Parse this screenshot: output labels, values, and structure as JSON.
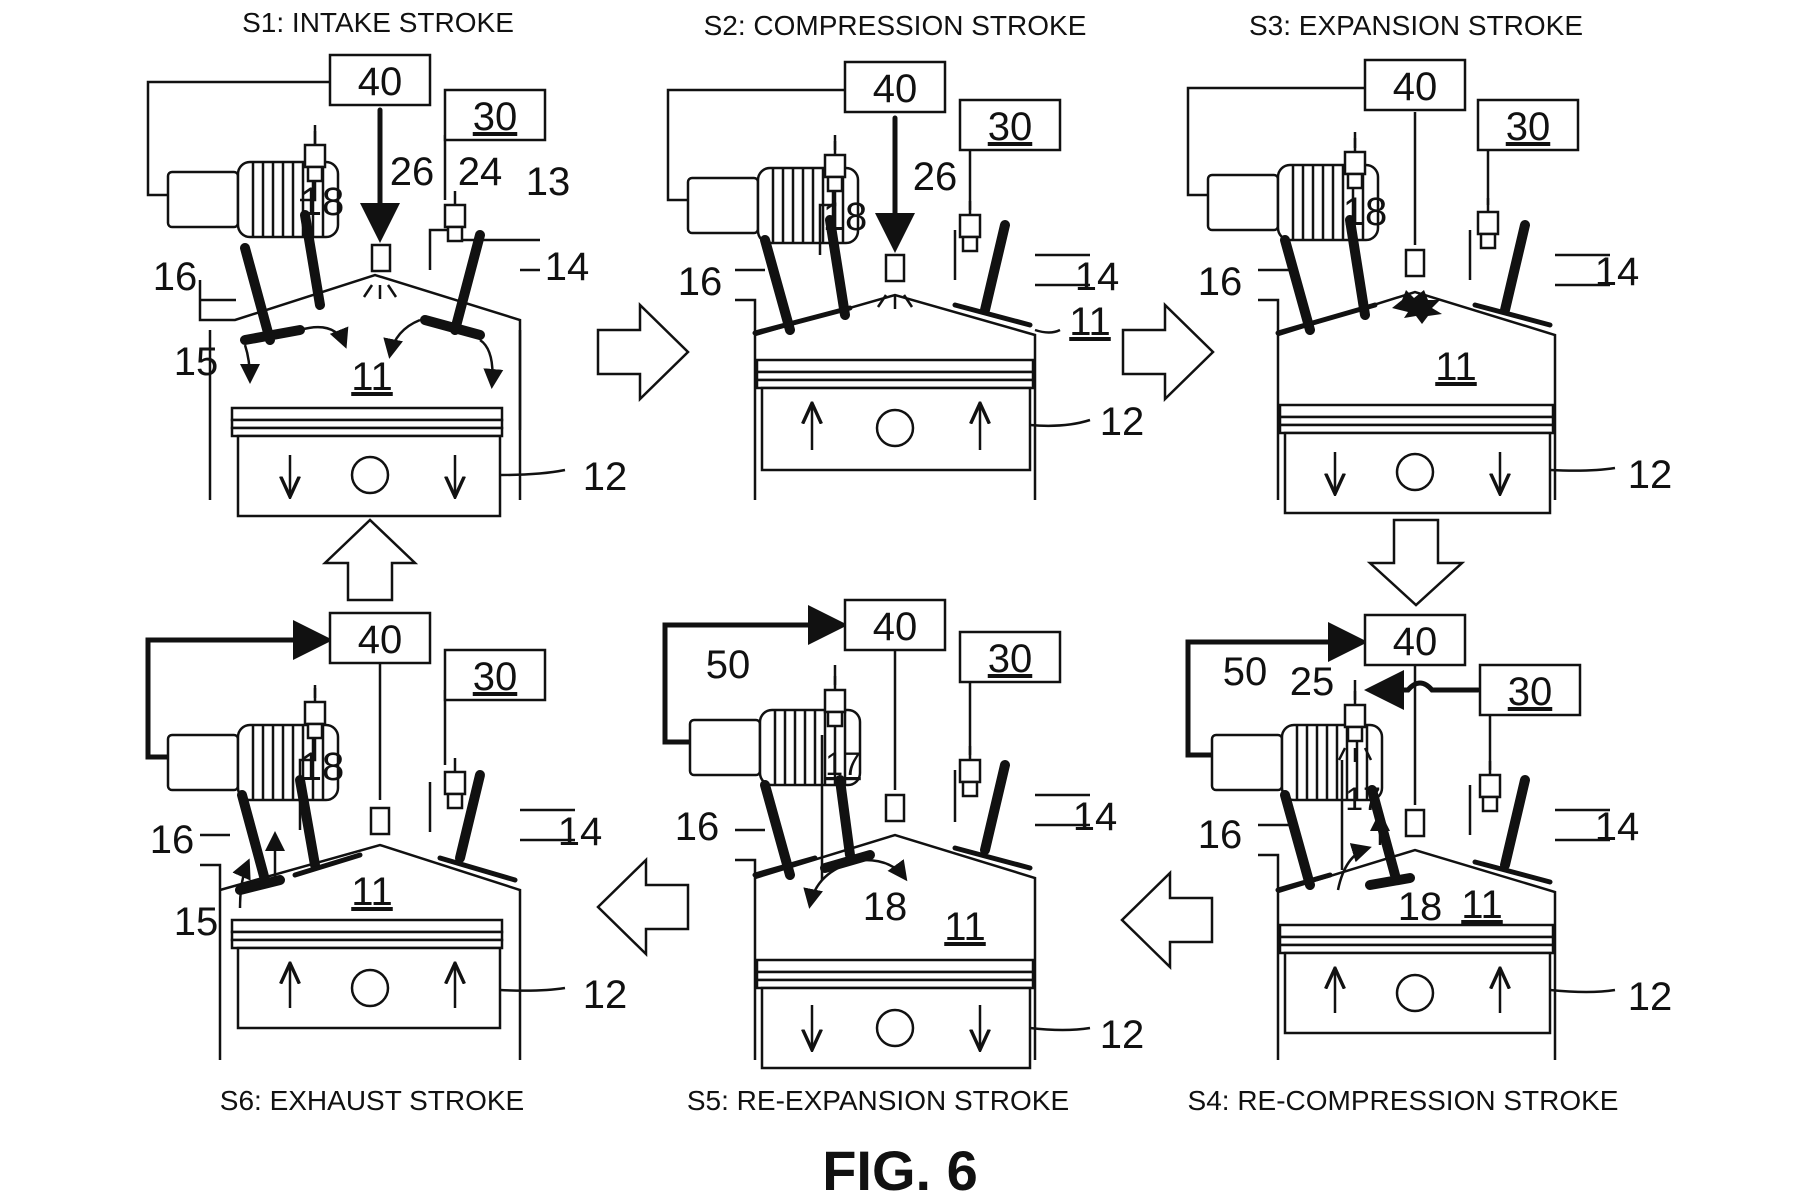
{
  "figure": {
    "caption": "FIG. 6",
    "colors": {
      "ink": "#111111",
      "background": "#ffffff"
    }
  },
  "panels": [
    {
      "id": "s1",
      "title": "S1: INTAKE STROKE",
      "labels": {
        "controller": "40",
        "source": "30",
        "injector": "26",
        "sensor": "24",
        "intake": "13",
        "valve18": "18",
        "valve16": "16",
        "valve14": "14",
        "port15": "15",
        "chamber": "11",
        "piston": "12"
      }
    },
    {
      "id": "s2",
      "title": "S2: COMPRESSION STROKE",
      "labels": {
        "controller": "40",
        "source": "30",
        "injector": "26",
        "valve18": "18",
        "valve16": "16",
        "valve14": "14",
        "chamber": "11",
        "piston": "12"
      }
    },
    {
      "id": "s3",
      "title": "S3: EXPANSION STROKE",
      "labels": {
        "controller": "40",
        "source": "30",
        "valve18": "18",
        "valve16": "16",
        "valve14": "14",
        "chamber": "11",
        "piston": "12"
      }
    },
    {
      "id": "s4",
      "title": "S4: RE-COMPRESSION STROKE",
      "labels": {
        "controller": "40",
        "source": "30",
        "tank": "50",
        "injector25": "25",
        "port17": "17",
        "valve18": "18",
        "valve16": "16",
        "valve14": "14",
        "chamber": "11",
        "piston": "12"
      }
    },
    {
      "id": "s5",
      "title": "S5: RE-EXPANSION STROKE",
      "labels": {
        "controller": "40",
        "source": "30",
        "tank": "50",
        "port17": "17",
        "valve18": "18",
        "valve16": "16",
        "valve14": "14",
        "chamber": "11",
        "piston": "12"
      }
    },
    {
      "id": "s6",
      "title": "S6: EXHAUST STROKE",
      "labels": {
        "controller": "40",
        "source": "30",
        "valve18": "18",
        "valve16": "16",
        "valve14": "14",
        "port15": "15",
        "chamber": "11",
        "piston": "12"
      }
    }
  ]
}
